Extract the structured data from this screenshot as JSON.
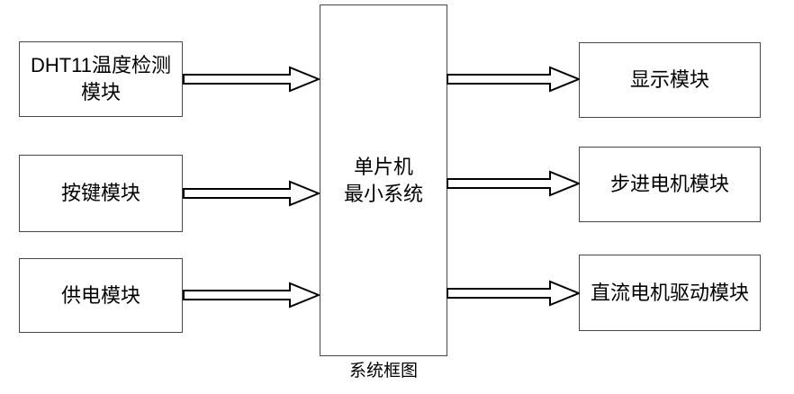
{
  "diagram": {
    "caption": "系统框图",
    "center_module": {
      "lines": [
        "单片机",
        "最小系统"
      ]
    },
    "left_modules": [
      {
        "lines": [
          "DHT11温度检测",
          "模块"
        ]
      },
      {
        "lines": [
          "按键模块"
        ]
      },
      {
        "lines": [
          "供电模块"
        ]
      }
    ],
    "right_modules": [
      {
        "lines": [
          "显示模块"
        ]
      },
      {
        "lines": [
          "步进电机模块"
        ]
      },
      {
        "lines": [
          "直流电机驱动模块"
        ]
      }
    ],
    "arrows": [
      {
        "from": "DHT11温度检测模块",
        "to": "单片机最小系统",
        "direction": "right"
      },
      {
        "from": "按键模块",
        "to": "单片机最小系统",
        "direction": "right"
      },
      {
        "from": "供电模块",
        "to": "单片机最小系统",
        "direction": "right"
      },
      {
        "from": "单片机最小系统",
        "to": "显示模块",
        "direction": "right"
      },
      {
        "from": "单片机最小系统",
        "to": "步进电机模块",
        "direction": "right"
      },
      {
        "from": "单片机最小系统",
        "to": "直流电机驱动模块",
        "direction": "right"
      }
    ],
    "colors": {
      "background": "#ffffff",
      "box_border": "#474747",
      "box_fill": "#ffffff",
      "arrow_stroke": "#000000",
      "arrow_fill": "#ffffff",
      "text": "#000000"
    }
  }
}
